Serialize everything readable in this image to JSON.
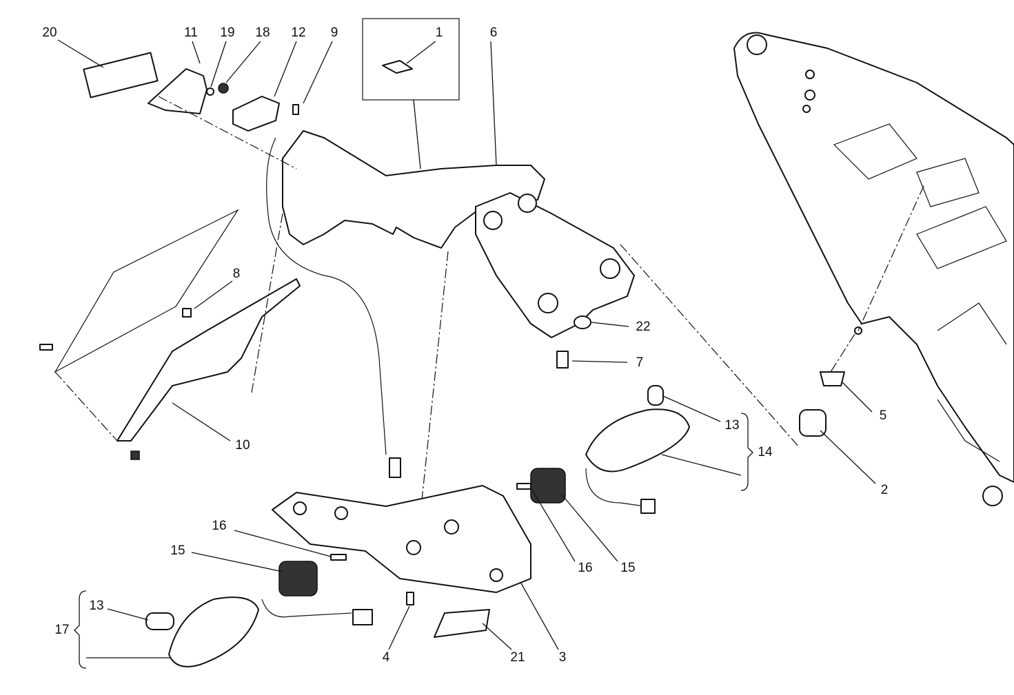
{
  "diagram": {
    "type": "exploded-parts-diagram",
    "callouts": [
      "20",
      "11",
      "19",
      "18",
      "12",
      "9",
      "1",
      "6",
      "8",
      "10",
      "22",
      "7",
      "13",
      "14",
      "5",
      "2",
      "16",
      "15",
      "16",
      "15",
      "13",
      "17",
      "4",
      "21",
      "3"
    ]
  }
}
